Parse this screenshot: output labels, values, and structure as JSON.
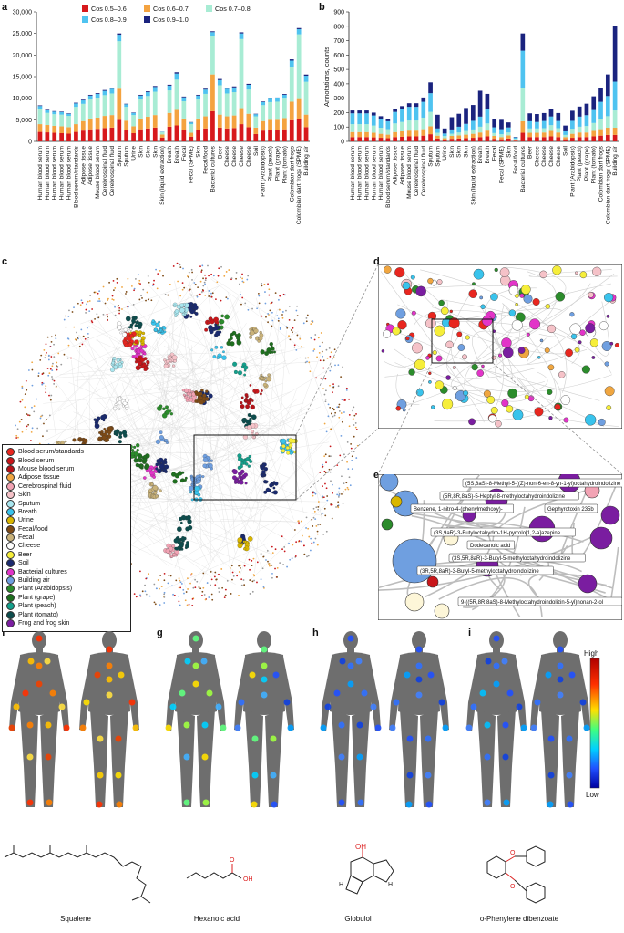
{
  "panels": {
    "a": "a",
    "b": "b",
    "c": "c",
    "d": "d",
    "e": "e",
    "f": "f",
    "g": "g",
    "h": "h",
    "i": "i"
  },
  "colors": {
    "cos1": "#d7191c",
    "cos2": "#f4a340",
    "cos3": "#a8ecd4",
    "cos4": "#4fc3f0",
    "cos5": "#1a237e"
  },
  "chart_data": [
    {
      "type": "bar",
      "id": "a",
      "stacked": true,
      "legend_position": "top",
      "ylim": [
        0,
        30000
      ],
      "yticks": [
        0,
        5000,
        10000,
        15000,
        20000,
        25000,
        30000
      ],
      "ytick_labels": [
        "0",
        "5,000",
        "10,000",
        "15,000",
        "20,000",
        "25,000",
        "30,000"
      ],
      "ylabel": "",
      "categories": [
        "Human blood serum",
        "Human blood serum",
        "Human blood serum",
        "Human blood serum",
        "Human blood serum",
        "Blood serum/standards",
        "Adipose tissue",
        "Adipose tissue",
        "Mouse blood serum",
        "Cerebrospinal fluid",
        "Cerebrospinal fluid",
        "Sputum",
        "Sputum",
        "Urine",
        "Skin",
        "Skin",
        "Skin",
        "Skin (liquid extraction)",
        "Breath",
        "Breath",
        "Fecal",
        "Fecal (SPME)",
        "Skin",
        "Fecal/food",
        "Bacterial cultures",
        "Beer",
        "Cheese",
        "Cheese",
        "Cheese",
        "Cheese",
        "Soil",
        "Plant (Arabidopsis)",
        "Plant (peach)",
        "Plant (grape)",
        "Plant (tomato)",
        "Colombian dart frogs",
        "Colombian dart frogs (SPME)",
        "Building air"
      ],
      "series": [
        {
          "name": "Cos 0.5–0.6",
          "values": [
            2200,
            2100,
            2000,
            1900,
            1800,
            2200,
            2500,
            2800,
            2900,
            3100,
            3200,
            5000,
            2600,
            1900,
            2800,
            3000,
            3200,
            900,
            3400,
            3700,
            2700,
            1100,
            2700,
            3000,
            7000,
            3200,
            3000,
            3100,
            4000,
            3300,
            1700,
            2500,
            2600,
            2600,
            2800,
            4900,
            5200,
            3300
          ]
        },
        {
          "name": "Cos 0.6–0.7",
          "values": [
            1800,
            1700,
            1600,
            1600,
            1500,
            1800,
            2200,
            2500,
            2600,
            2800,
            2900,
            7200,
            2200,
            1600,
            2500,
            2700,
            2900,
            700,
            3200,
            3600,
            2600,
            900,
            2600,
            2800,
            8500,
            3000,
            2800,
            2900,
            3700,
            3100,
            1500,
            2200,
            2400,
            2400,
            2600,
            4300,
            4600,
            2900
          ]
        },
        {
          "name": "Cos 0.7–0.8",
          "values": [
            3500,
            2800,
            2700,
            2700,
            2600,
            4000,
            4000,
            4400,
            4600,
            4800,
            5000,
            11000,
            3200,
            2600,
            4400,
            4800,
            5400,
            500,
            5200,
            7000,
            4000,
            2000,
            4400,
            5200,
            9000,
            6800,
            5300,
            5400,
            16000,
            5600,
            2600,
            3700,
            4100,
            4200,
            4500,
            8000,
            15000,
            7600
          ]
        },
        {
          "name": "Cos 0.8–0.9",
          "values": [
            700,
            600,
            600,
            600,
            500,
            800,
            800,
            900,
            900,
            1000,
            1100,
            1500,
            600,
            500,
            900,
            900,
            1100,
            100,
            1100,
            1400,
            900,
            400,
            900,
            1000,
            800,
            1200,
            1100,
            1100,
            1300,
            1100,
            500,
            700,
            800,
            800,
            900,
            1500,
            1200,
            1400
          ]
        },
        {
          "name": "Cos 0.9–1.0",
          "values": [
            150,
            130,
            120,
            120,
            110,
            160,
            160,
            180,
            180,
            200,
            220,
            300,
            120,
            100,
            180,
            190,
            220,
            30,
            220,
            300,
            180,
            80,
            180,
            200,
            200,
            250,
            220,
            230,
            260,
            230,
            100,
            140,
            160,
            160,
            180,
            300,
            250,
            280
          ]
        }
      ]
    },
    {
      "type": "bar",
      "id": "b",
      "stacked": true,
      "ylim": [
        0,
        900
      ],
      "yticks": [
        0,
        100,
        200,
        300,
        400,
        500,
        600,
        700,
        800,
        900
      ],
      "ytick_labels": [
        "0",
        "100",
        "200",
        "300",
        "400",
        "500",
        "600",
        "700",
        "800",
        "900"
      ],
      "ylabel": "Annotations, counts",
      "categories": [
        "Human blood serum",
        "Human blood serum",
        "Human blood serum",
        "Human blood serum",
        "Human blood serum",
        "Blood serum/standards",
        "Adipose tissue",
        "Adipose tissue",
        "Mouse blood serum",
        "Cerebrospinal fluid",
        "Cerebrospinal fluid",
        "Sputum",
        "Sputum",
        "Urine",
        "Skin",
        "Skin",
        "Skin",
        "Skin (liquid extraction)",
        "Breath",
        "Breath",
        "Fecal",
        "Fecal (SPME)",
        "Skin",
        "Fecal/food",
        "Bacterial cultures",
        "Beer",
        "Cheese",
        "Cheese",
        "Cheese",
        "Cheese",
        "Soil",
        "Plant (Arabidopsis)",
        "Plant (peach)",
        "Plant (grape)",
        "Plant (tomato)",
        "Colombian dart frogs",
        "Colombian dart frogs (SPME)",
        "Building air"
      ],
      "series": [
        {
          "name": "Cos 0.5–0.6",
          "values": [
            30,
            30,
            30,
            28,
            25,
            22,
            30,
            32,
            35,
            35,
            40,
            50,
            20,
            10,
            18,
            20,
            22,
            25,
            30,
            35,
            18,
            15,
            20,
            5,
            60,
            30,
            30,
            30,
            35,
            30,
            15,
            25,
            30,
            30,
            35,
            40,
            45,
            45
          ]
        },
        {
          "name": "Cos 0.6–0.7",
          "values": [
            35,
            35,
            35,
            32,
            28,
            25,
            35,
            38,
            40,
            40,
            45,
            55,
            20,
            12,
            20,
            22,
            25,
            28,
            32,
            40,
            20,
            15,
            22,
            5,
            80,
            30,
            30,
            32,
            38,
            32,
            15,
            28,
            32,
            32,
            38,
            45,
            50,
            50
          ]
        },
        {
          "name": "Cos 0.7–0.8",
          "values": [
            55,
            55,
            55,
            50,
            42,
            38,
            60,
            65,
            70,
            70,
            80,
            100,
            20,
            15,
            15,
            20,
            25,
            30,
            40,
            50,
            20,
            20,
            20,
            8,
            230,
            30,
            30,
            30,
            40,
            30,
            15,
            35,
            40,
            45,
            55,
            70,
            80,
            120
          ]
        },
        {
          "name": "Cos 0.8–0.9",
          "values": [
            75,
            75,
            75,
            70,
            60,
            55,
            80,
            90,
            95,
            95,
            110,
            130,
            30,
            18,
            30,
            40,
            50,
            60,
            70,
            100,
            40,
            35,
            35,
            10,
            260,
            50,
            45,
            50,
            60,
            50,
            25,
            55,
            70,
            75,
            90,
            120,
            140,
            200
          ]
        },
        {
          "name": "Cos 0.9–1.0",
          "values": [
            20,
            20,
            20,
            20,
            20,
            15,
            20,
            20,
            25,
            25,
            30,
            75,
            95,
            35,
            85,
            90,
            110,
            110,
            180,
            105,
            60,
            65,
            35,
            3,
            120,
            55,
            55,
            55,
            50,
            55,
            40,
            70,
            70,
            80,
            95,
            95,
            150,
            385
          ]
        }
      ]
    }
  ],
  "legend_c": [
    {
      "label": "Blood serum/standards",
      "color": "#e8261f"
    },
    {
      "label": "Blood serum",
      "color": "#c8161a"
    },
    {
      "label": "Mouse blood serum",
      "color": "#b51218"
    },
    {
      "label": "Adipose tissue",
      "color": "#f0a640"
    },
    {
      "label": "Cerebrospinal fluid",
      "color": "#f2a3b4"
    },
    {
      "label": "Skin",
      "color": "#f5c2c8"
    },
    {
      "label": "Sputum",
      "color": "#a9e6ef"
    },
    {
      "label": "Breath",
      "color": "#39c3ec"
    },
    {
      "label": "Urine",
      "color": "#d9b600"
    },
    {
      "label": "Fecal/food",
      "color": "#7d4a16"
    },
    {
      "label": "Fecal",
      "color": "#c9b27a"
    },
    {
      "label": "Cheese",
      "color": "#ffffff"
    },
    {
      "label": "Beer",
      "color": "#f6ee3a"
    },
    {
      "label": "Soil",
      "color": "#1a2a6e"
    },
    {
      "label": "Bacterial cultures",
      "color": "#e234c8"
    },
    {
      "label": "Building air",
      "color": "#6f9fe0"
    },
    {
      "label": "Plant (Arabidopsis)",
      "color": "#2b8c2b"
    },
    {
      "label": "Plant (grape)",
      "color": "#1e6f1e"
    },
    {
      "label": "Plant (peach)",
      "color": "#14a08c"
    },
    {
      "label": "Plant (tomato)",
      "color": "#0d4d4d"
    },
    {
      "label": "Frog and frog skin",
      "color": "#7a1da0"
    }
  ],
  "zoom_labels_e": [
    "(5S,8aS)-8-Methyl-5-((Z)-non-6-en-8-yn-1-yl)octahydroindolizine",
    "(5R,8R,8aS)-5-Heptyl-8-methyloctahydroindolizine",
    "Benzene, 1-nitro-4-(phenylmethoxy)-",
    "Gephyrotoxin 235b",
    "(3S,9aR)-3-Butyloctahydro-1H-pyrrolo[1,2-a]azepine",
    "Dodecanoic acid",
    "(3S,5R,8aR)-3-Butyl-5-methyloctahydroindolizine",
    "(3R,5R,8aR)-3-Butyl-5-methyloctahydroindolizine",
    "9-((5R,8R,8aS)-8-Methyloctahydroindolizin-5-yl)nonan-2-ol"
  ],
  "heatmap_scale": {
    "high": "High",
    "low": "Low"
  },
  "compounds": {
    "f": "Squalene",
    "g": "Hexanoic acid",
    "h": "Globulol",
    "i": "o-Phenylene dibenzoate"
  },
  "atoms": {
    "oh": "OH",
    "o": "O",
    "h": "H"
  }
}
